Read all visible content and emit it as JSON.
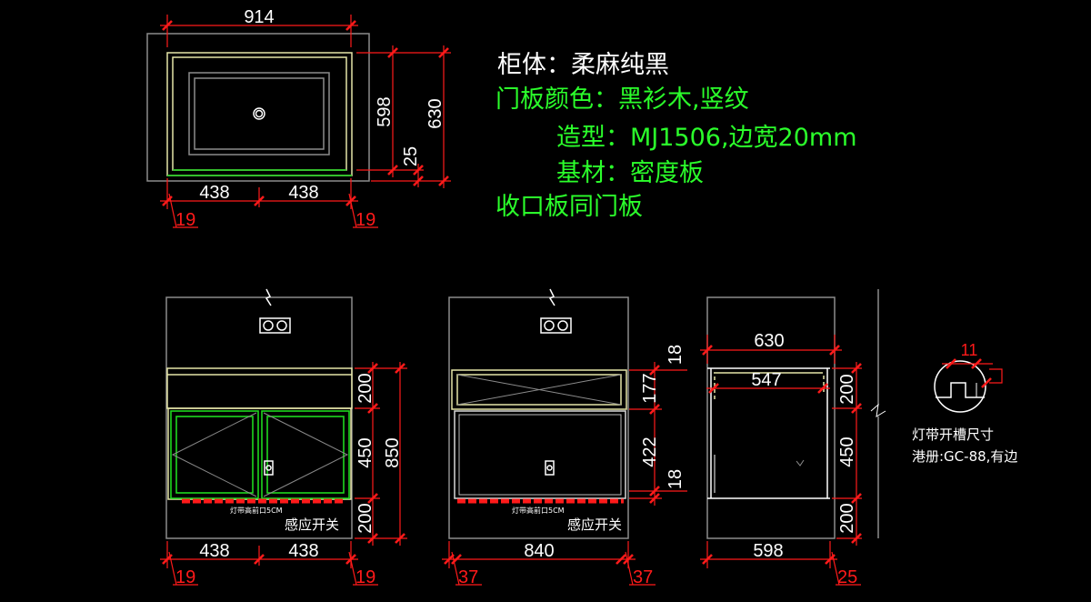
{
  "spec_notes": {
    "cabinet": "柜体：柔麻纯黑",
    "door_color": "门板颜色：黑衫木,竖纹",
    "door_style": "造型：MJ1506,边宽20mm",
    "substrate": "基材：密度板",
    "trim": "收口板同门板"
  },
  "plan_view": {
    "overall_width": "914",
    "inner_depth": "598",
    "total_depth": "630",
    "back_gap": "25",
    "left_half": "438",
    "right_half": "438",
    "left_side": "19",
    "right_side": "19"
  },
  "front_elevation": {
    "upper_dim": "200",
    "door_dim": "450",
    "lower_dim": "200",
    "total_dim": "850",
    "left_half": "438",
    "right_half": "438",
    "left_side": "19",
    "right_side": "19",
    "led_note": "灯带高前口5CM",
    "switch_note": "感应开关"
  },
  "open_elevation": {
    "top_panel": "18",
    "drawer_dim": "177",
    "cabinet_dim": "422",
    "bottom_panel": "18",
    "inner_width": "840",
    "left_side": "37",
    "right_side": "37",
    "led_note": "灯带高前口5CM",
    "switch_note": "感应开关"
  },
  "side_section": {
    "overall_depth": "630",
    "inner_depth": "547",
    "upper_dim": "200",
    "middle_dim": "450",
    "lower_dim": "200",
    "body_depth": "598",
    "back_gap": "25"
  },
  "groove_detail": {
    "groove_size": "11",
    "title": "灯带开槽尺寸",
    "note": "港册:GC-88,有边"
  },
  "colors": {
    "background": "#000000",
    "dimension_red": "#ff1a1a",
    "note_green": "#2bff2b",
    "outline_gray": "#8c8c8c",
    "frame_yellow": "#e6e6a8",
    "door_green": "#1fd81f",
    "line_white": "#ffffff"
  }
}
